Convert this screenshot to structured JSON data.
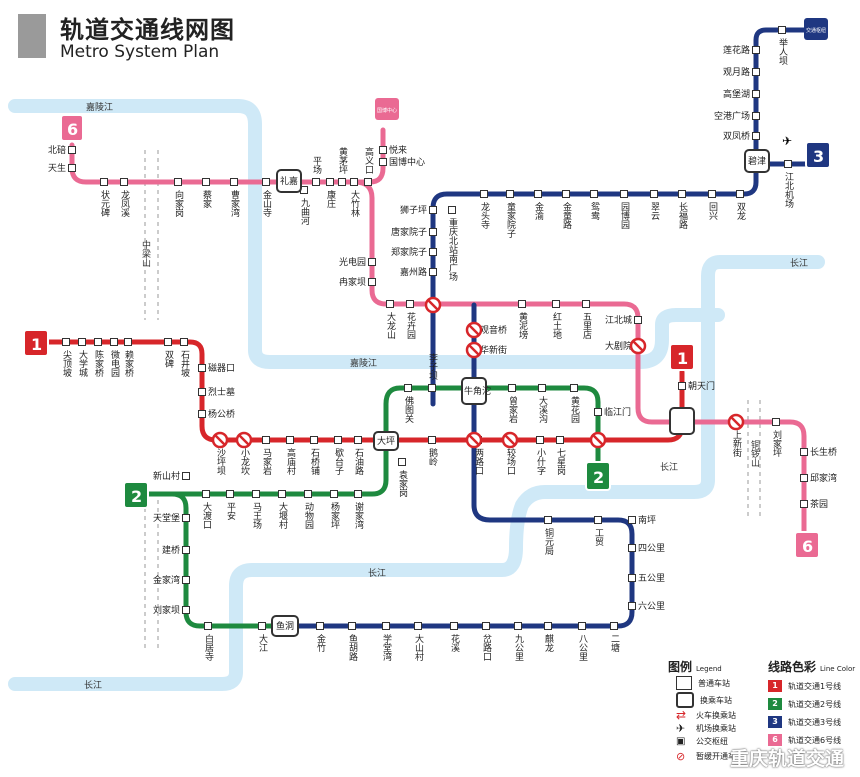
{
  "header": {
    "title_cn": "轨道交通线网图",
    "title_en": "Metro System Plan"
  },
  "colors": {
    "line1": "#d7262a",
    "line2": "#1e8a3f",
    "line3": "#1f3781",
    "line6": "#ea6a93",
    "river": "#cfe9f7",
    "grid": "#999999"
  },
  "lines": {
    "l1": "1",
    "l2": "2",
    "l3": "3",
    "l6": "6"
  },
  "terminals": {
    "airport": "江北机场",
    "guobo": "国博中心",
    "jiaotong": "交通枢纽"
  },
  "rivers": {
    "jialing": "嘉陵江",
    "changjiang": "长江"
  },
  "mountains": {
    "zhongliang": "中梁山",
    "tongluo": "铜锣山"
  },
  "interchanges": {
    "lixi": "礼嘉",
    "yuzui": "碧津",
    "daping": "大坪",
    "niujiaotuo": "牛角沱",
    "yudong": "鱼洞"
  },
  "stations": [
    "北碚",
    "天生",
    "状元碑",
    "龙凤溪",
    "向家岗",
    "蔡家",
    "曹家湾",
    "金山寺",
    "九曲河",
    "康庄",
    "大竹林",
    "平场",
    "黄茅坪",
    "高义口",
    "悦来",
    "国博中心",
    "光电园",
    "冉家坝",
    "大龙山",
    "花卉园",
    "狮子坪",
    "唐家院子",
    "郑家院子",
    "嘉州路",
    "重庆北站南广场",
    "龙头寺",
    "童家院子",
    "金渝",
    "金童路",
    "鸳鸯",
    "园博园",
    "翠云",
    "长福路",
    "回兴",
    "双龙",
    "莲花路",
    "观月路",
    "高堡湖",
    "空港广场",
    "双凤桥",
    "举人坝",
    "江北机场",
    "观音桥",
    "华新街",
    "黄泥塝",
    "红土地",
    "五里店",
    "江北城",
    "大剧院",
    "朝天门",
    "上新街",
    "刘家坪",
    "长生桥",
    "邱家湾",
    "茶园",
    "尖顶坡",
    "大学城",
    "陈家桥",
    "微电园",
    "赖家桥",
    "双碑",
    "石井坡",
    "磁器口",
    "烈士墓",
    "杨公桥",
    "沙坪坝",
    "小龙坎",
    "马家岩",
    "高庙村",
    "石桥铺",
    "歇台子",
    "石油路",
    "两路口",
    "较场口",
    "小什字",
    "七星岗",
    "佛图关",
    "李子坝",
    "曾家岩",
    "大溪沟",
    "黄花园",
    "临江门",
    "袁家岗",
    "鹅岭",
    "新山村",
    "天堂堡",
    "建桥",
    "金家湾",
    "刘家坝",
    "白居寺",
    "大江",
    "大渡口",
    "平安",
    "马王场",
    "大堰村",
    "动物园",
    "杨家坪",
    "谢家湾",
    "铜元局",
    "工贸",
    "南坪",
    "四公里",
    "五公里",
    "六公里",
    "二塘",
    "八公里",
    "麒龙",
    "九公里",
    "岔路口",
    "花溪",
    "大山村",
    "学堂湾",
    "鱼胡路",
    "金竹"
  ],
  "legend": {
    "title": "图例",
    "title_en": "Legend",
    "items": [
      "普通车站",
      "换乘车站",
      "火车换乘站",
      "机场换乘站",
      "公交枢纽",
      "暂缓开通车站"
    ],
    "color_title": "线路色彩",
    "color_title_en": "Line Color",
    "color_items": [
      "轨道交通1号线",
      "轨道交通2号线",
      "轨道交通3号线",
      "轨道交通6号线"
    ]
  },
  "watermark": "重庆轨道交通"
}
